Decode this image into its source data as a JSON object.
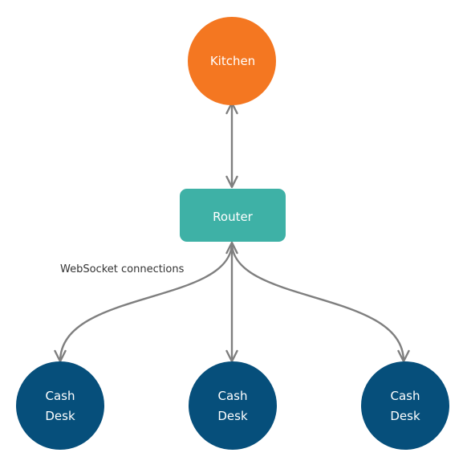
{
  "nodes": {
    "kitchen": {
      "label": "Kitchen",
      "color": "#f47721"
    },
    "router": {
      "label": "Router",
      "color": "#3eb1a6"
    },
    "cash_desks": [
      {
        "line1": "Cash",
        "line2": "Desk",
        "color": "#064f7b"
      },
      {
        "line1": "Cash",
        "line2": "Desk",
        "color": "#064f7b"
      },
      {
        "line1": "Cash",
        "line2": "Desk",
        "color": "#064f7b"
      }
    ]
  },
  "edges": {
    "label": "WebSocket connections",
    "color": "#7f7f7f"
  }
}
